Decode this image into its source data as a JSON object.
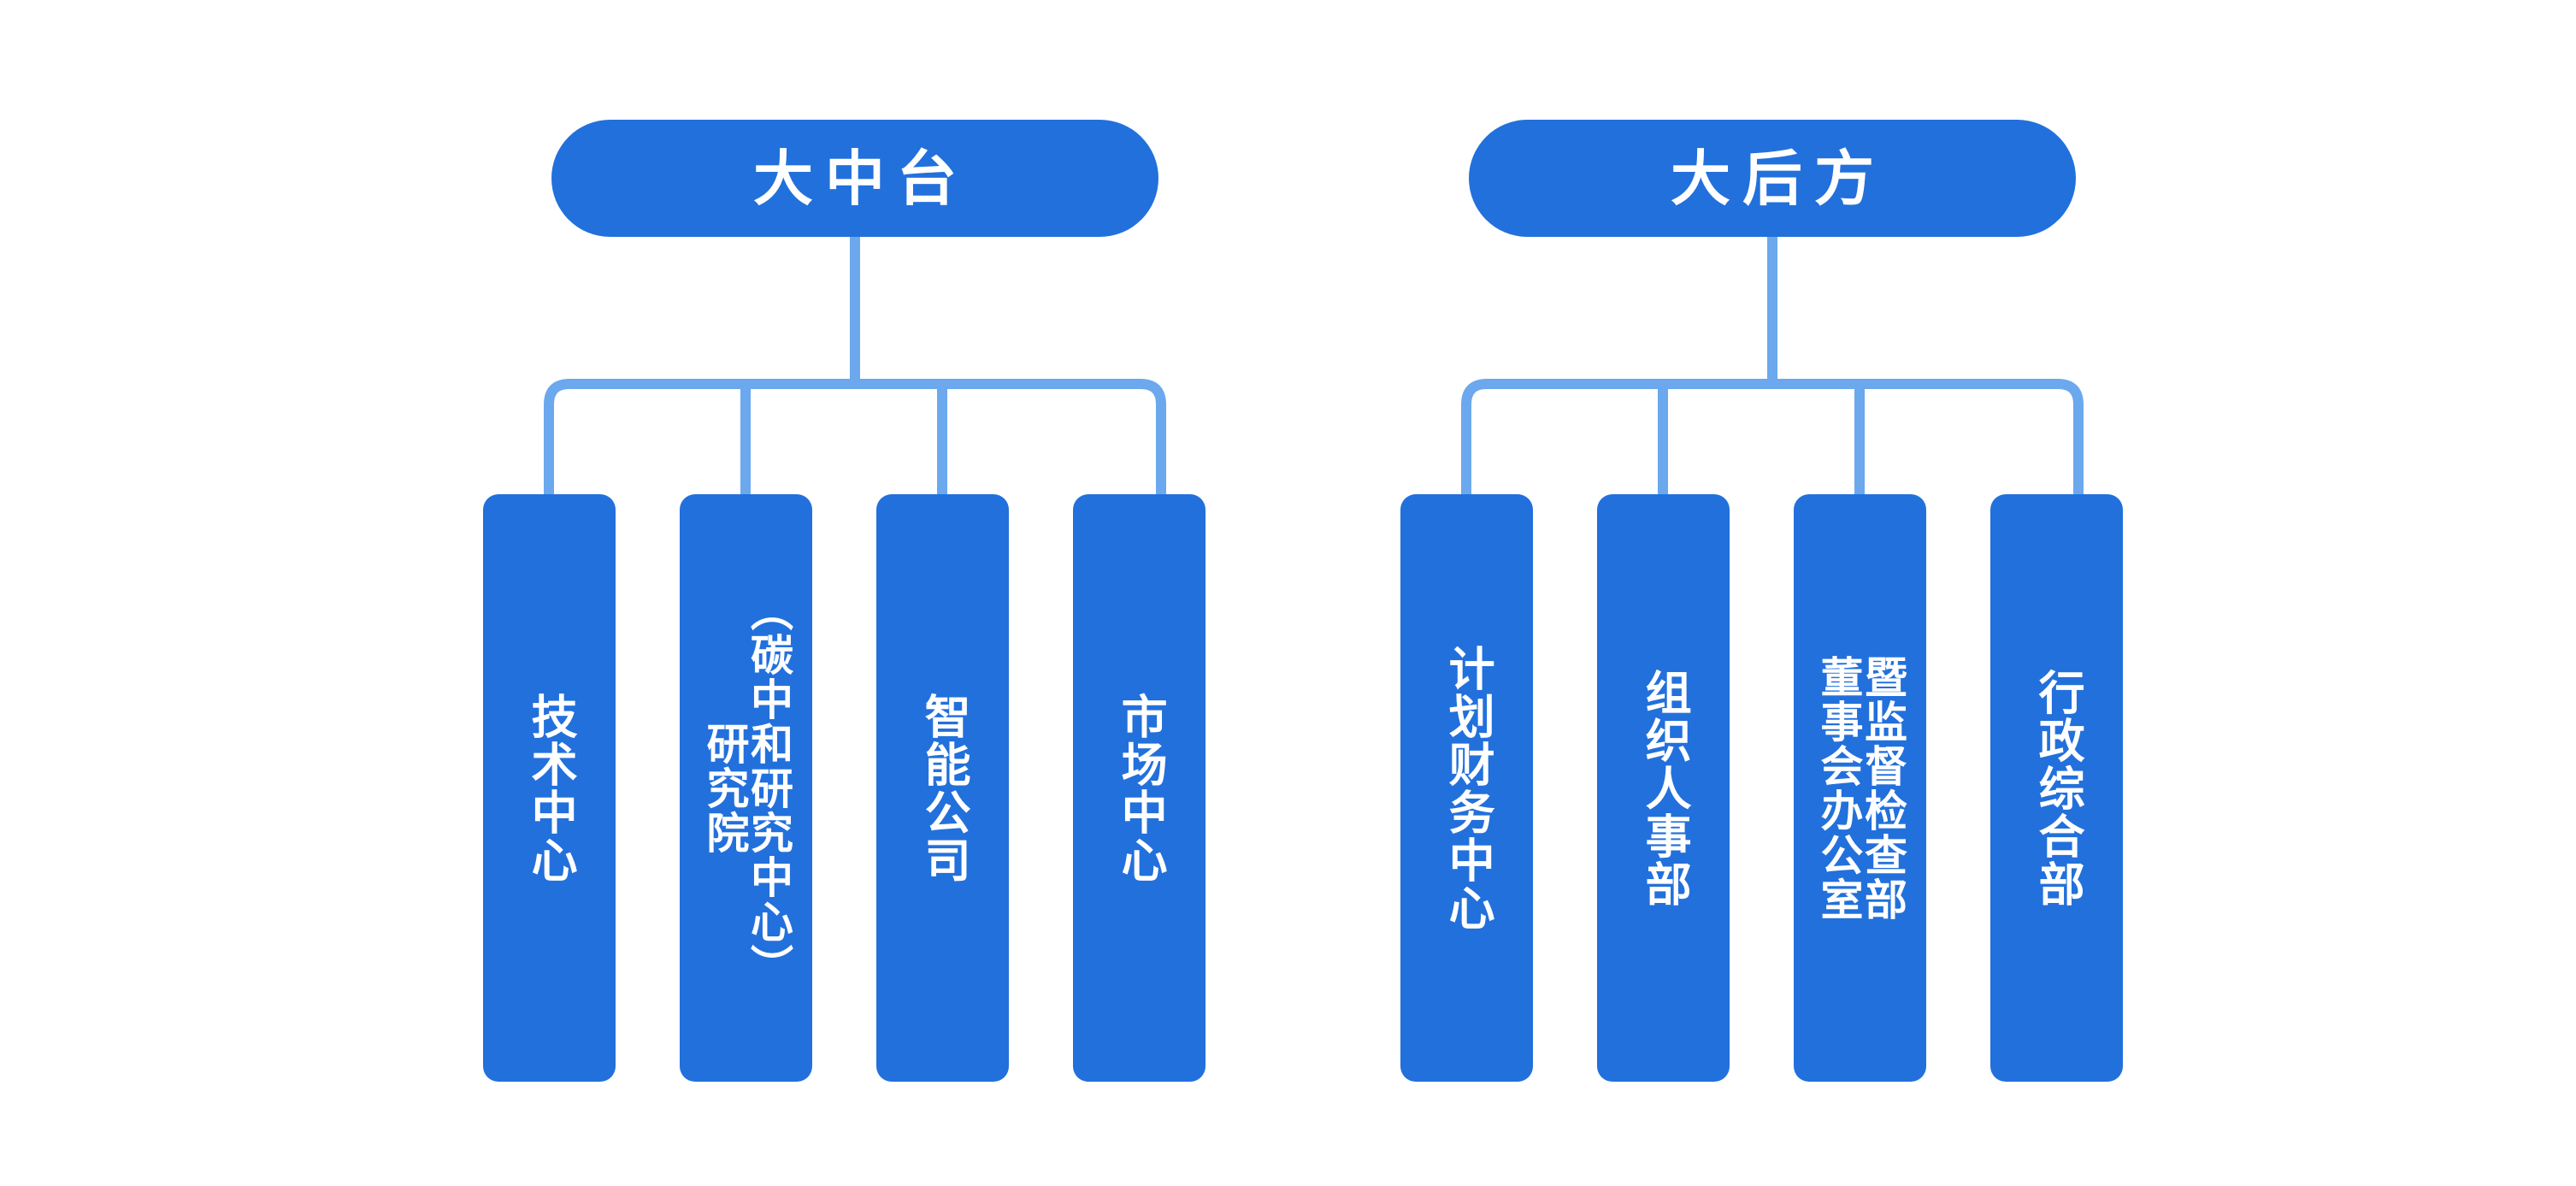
{
  "diagram": {
    "title_semantic": "organization-structure-chart",
    "colors": {
      "node_fill": "#2270DC",
      "connector": "#6BA8EE",
      "node_text": "#FFFFFF",
      "background": "#FFFFFF"
    },
    "groups": [
      {
        "id": "zhongtai",
        "parent_label": "大中台",
        "children": [
          {
            "id": "tech-center",
            "columns": [
              "技术中心"
            ]
          },
          {
            "id": "research-institute",
            "columns": [
              "（碳中和研究中心）",
              "研究院"
            ]
          },
          {
            "id": "smart-company",
            "columns": [
              "智能公司"
            ]
          },
          {
            "id": "market-center",
            "columns": [
              "市场中心"
            ]
          }
        ]
      },
      {
        "id": "houfang",
        "parent_label": "大后方",
        "children": [
          {
            "id": "planning-finance-center",
            "columns": [
              "计划财务中心"
            ]
          },
          {
            "id": "org-personnel-dept",
            "columns": [
              "组织人事部"
            ]
          },
          {
            "id": "board-office-supervision",
            "columns": [
              "暨监督检查部",
              "董事会办公室"
            ]
          },
          {
            "id": "admin-general-dept",
            "columns": [
              "行政综合部"
            ]
          }
        ]
      }
    ]
  }
}
